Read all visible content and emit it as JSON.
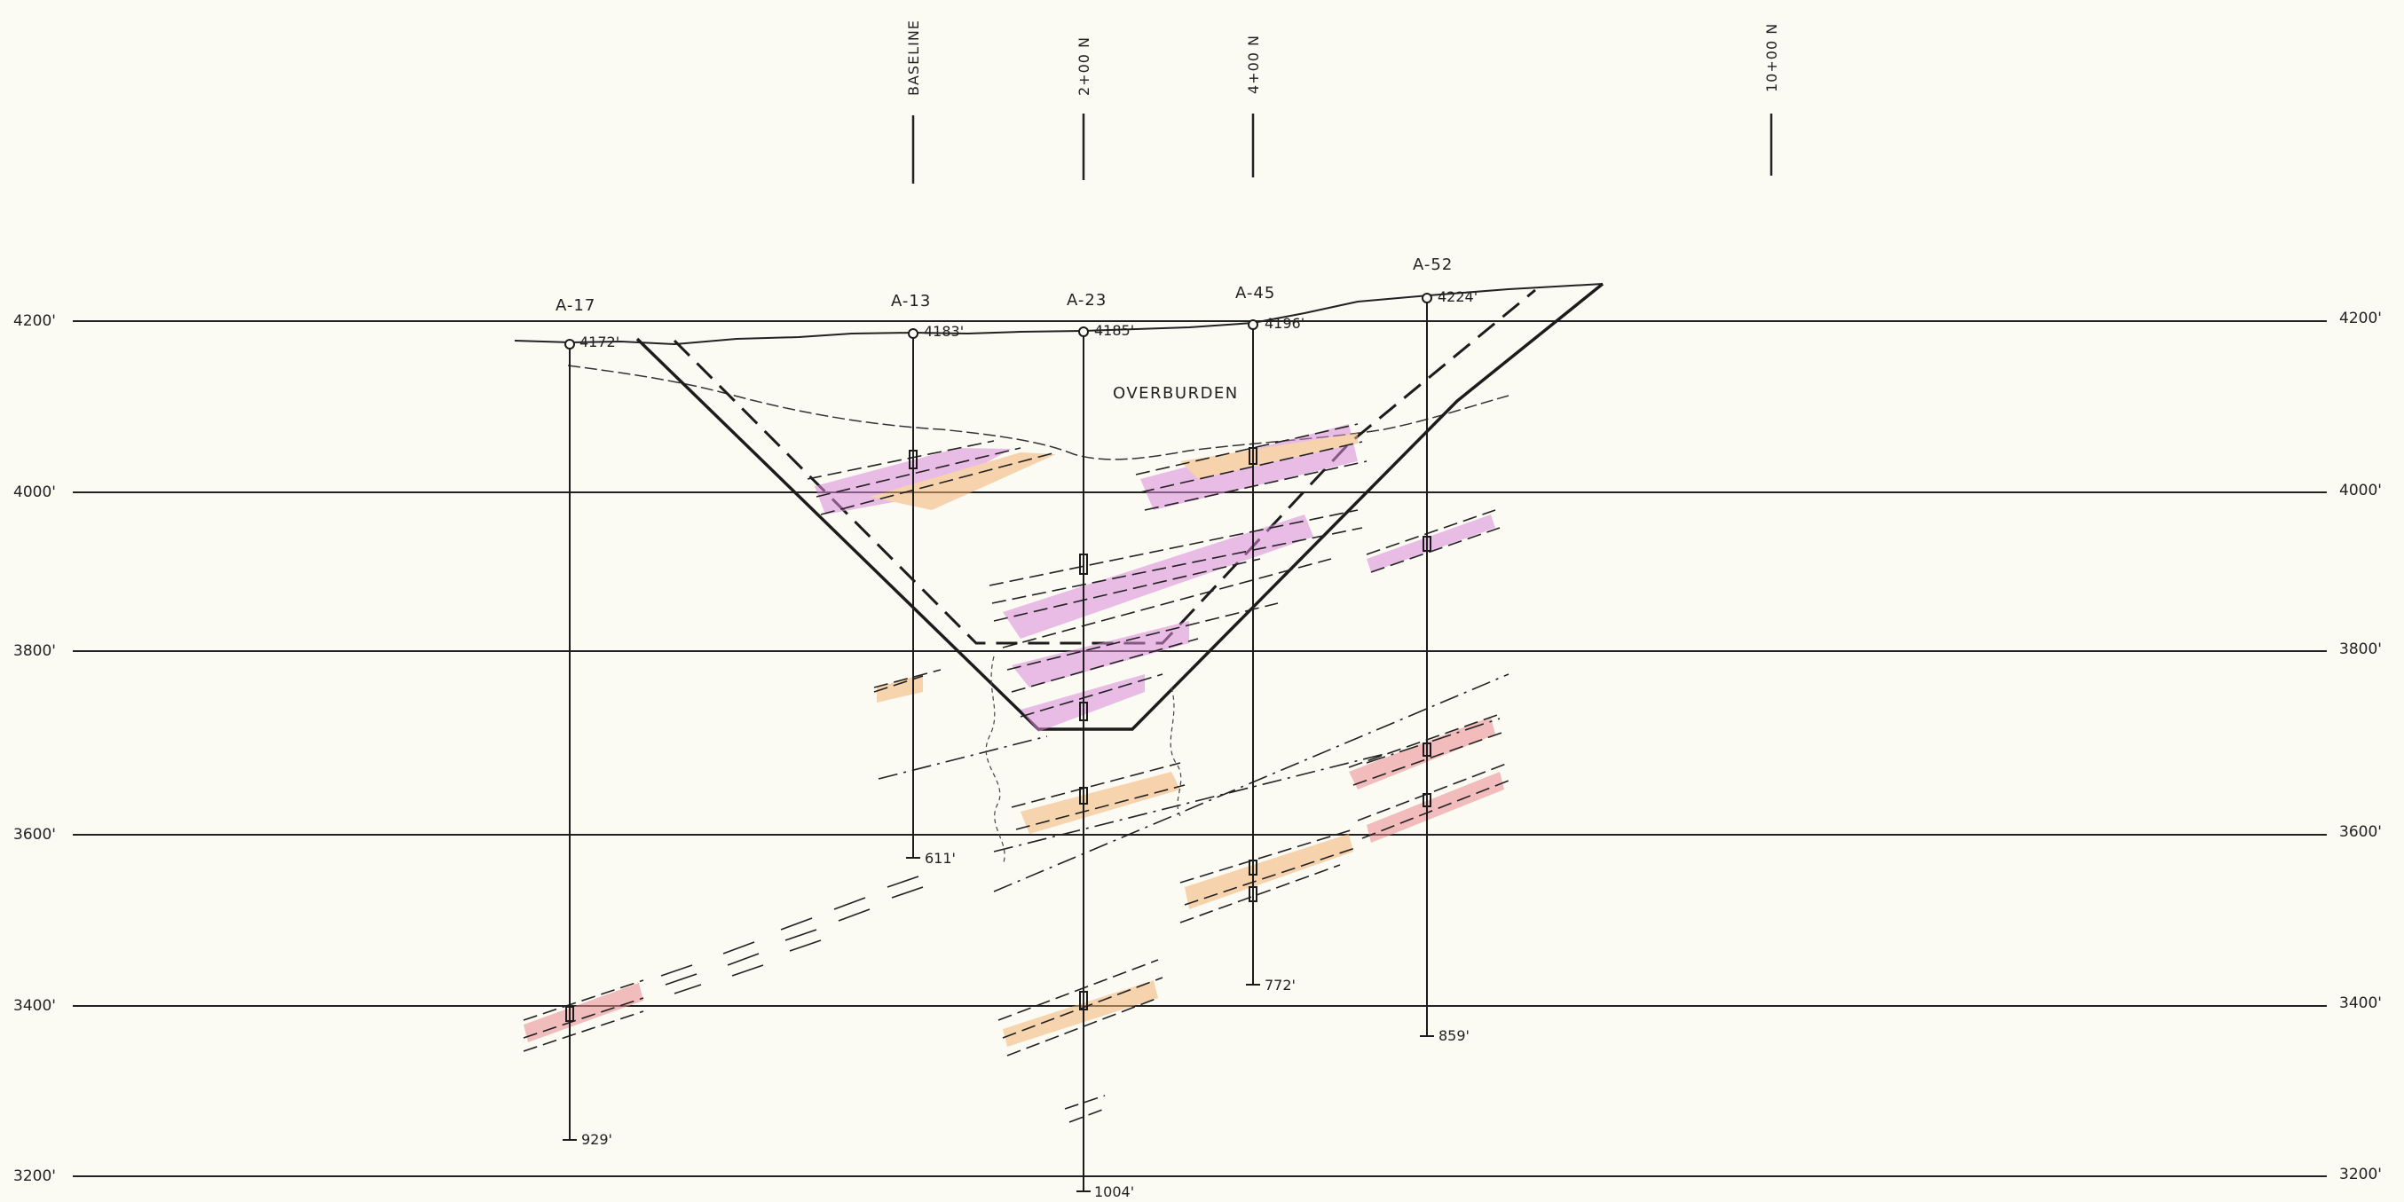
{
  "elevation_levels": [
    {
      "label_left": "4200'",
      "label_right": "4200'"
    },
    {
      "label_left": "4000'",
      "label_right": "4000'"
    },
    {
      "label_left": "3800'",
      "label_right": "3800'"
    },
    {
      "label_left": "3600'",
      "label_right": "3600'"
    },
    {
      "label_left": "3400'",
      "label_right": "3400'"
    },
    {
      "label_left": "3200'",
      "label_right": "3200'"
    }
  ],
  "grid_lines": [
    {
      "label": "BASELINE"
    },
    {
      "label": "2+00 N"
    },
    {
      "label": "4+00 N"
    },
    {
      "label": "10+00 N"
    }
  ],
  "drill_holes": [
    {
      "name": "A-17",
      "collar": "4172'",
      "depth": "929'"
    },
    {
      "name": "A-13",
      "collar": "4183'",
      "depth": "611'"
    },
    {
      "name": "A-23",
      "collar": "4185'",
      "depth": "1004'"
    },
    {
      "name": "A-45",
      "collar": "4196'",
      "depth": "772'"
    },
    {
      "name": "A-52",
      "collar": "4224'",
      "depth": "859'"
    }
  ],
  "overburden_label": "OVERBURDEN",
  "colors": {
    "ink": "#1c1c1c",
    "paper": "#fbfaf3",
    "mineral_pink": "#d98ad8",
    "mineral_orange": "#f2b574",
    "mineral_red": "#ea8a8e"
  }
}
